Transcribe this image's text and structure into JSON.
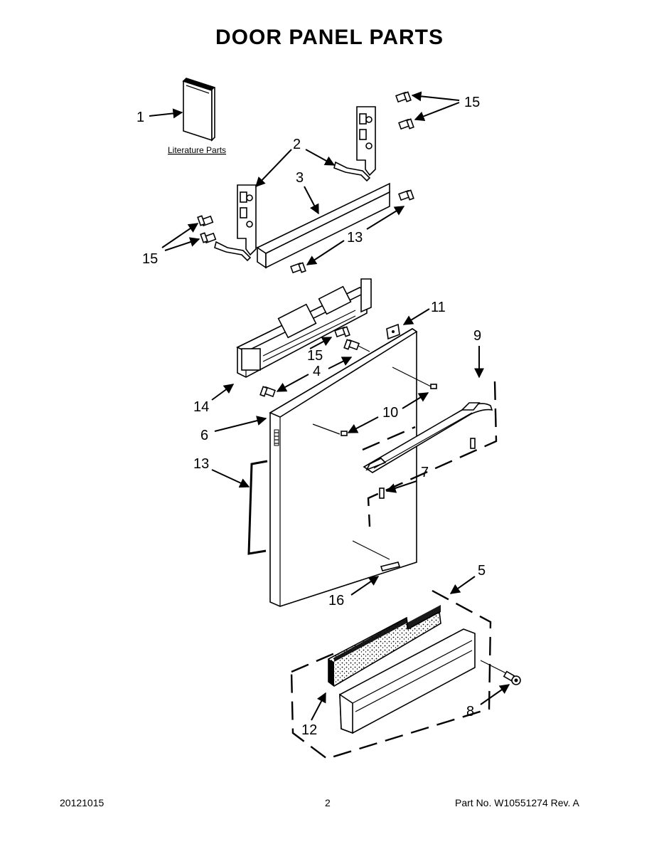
{
  "title": "DOOR PANEL PARTS",
  "literature_label": "Literature Parts",
  "callouts": {
    "c1": "1",
    "c2": "2",
    "c3": "3",
    "c4": "4",
    "c5": "5",
    "c6": "6",
    "c7": "7",
    "c8": "8",
    "c9": "9",
    "c10": "10",
    "c11": "11",
    "c12": "12",
    "c13a": "13",
    "c13b": "13",
    "c14": "14",
    "c15a": "15",
    "c15b": "15",
    "c15c": "15",
    "c16": "16"
  },
  "footer": {
    "date": "20121015",
    "page": "2",
    "part_no": "Part No.  W10551274  Rev.  A"
  }
}
